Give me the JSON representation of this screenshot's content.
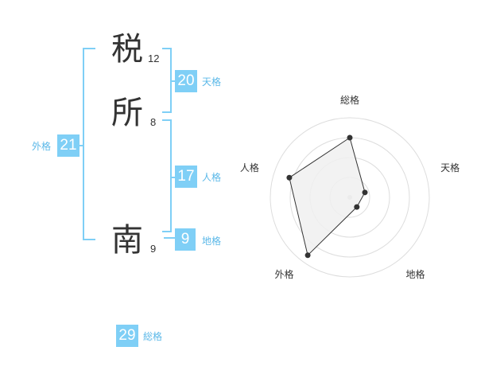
{
  "name": {
    "characters": [
      {
        "char": "税",
        "strokes": "12"
      },
      {
        "char": "所",
        "strokes": "8"
      },
      {
        "char": "南",
        "strokes": "9"
      }
    ]
  },
  "fortunes": {
    "tenkaku": {
      "value": "20",
      "label": "天格"
    },
    "jinkaku": {
      "value": "17",
      "label": "人格"
    },
    "chikaku": {
      "value": "9",
      "label": "地格"
    },
    "gaikaku": {
      "value": "21",
      "label": "外格"
    },
    "soukaku": {
      "value": "29",
      "label": "総格"
    }
  },
  "chart_data": {
    "type": "radar",
    "axes": [
      "総格",
      "天格",
      "地格",
      "外格",
      "人格"
    ],
    "values": [
      0.75,
      0.2,
      0.15,
      0.9,
      0.8
    ],
    "range": [
      0,
      1
    ],
    "rings": 4,
    "fill_color": "#f0f0f0",
    "line_color": "#333333",
    "grid_color": "#dddddd"
  },
  "colors": {
    "accent": "#7fcff6",
    "label": "#5bb8e8"
  }
}
